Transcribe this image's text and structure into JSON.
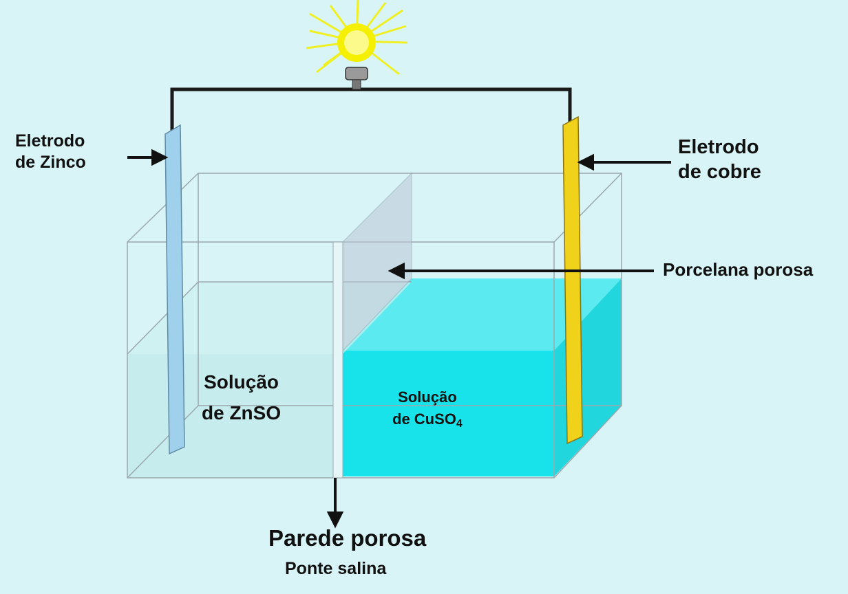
{
  "labels": {
    "zinc_electrode": {
      "line1": "Eletrodo",
      "line2": "de Zinco"
    },
    "copper_electrode": {
      "line1": "Eletrodo",
      "line2": "de cobre"
    },
    "porous_porcelain": "Porcelana porosa",
    "znso_solution": {
      "line1": "Solução",
      "line2": "de ZnSO"
    },
    "cuso4_solution": {
      "line1": "Solução",
      "line2_prefix": "de CuSO",
      "line2_sub": "4"
    },
    "porous_wall": "Parede porosa",
    "salt_bridge": "Ponte salina"
  },
  "colors": {
    "background": "#d8f4f6",
    "zinc_solution": "#c7ecee",
    "copper_solution": "#18e3ea",
    "zinc_electrode": "#9fd0ec",
    "copper_electrode": "#f0d21a",
    "wire": "#1a1a1a",
    "bulb_glow": "#f4f000"
  },
  "icons": [
    "light-bulb-icon"
  ]
}
